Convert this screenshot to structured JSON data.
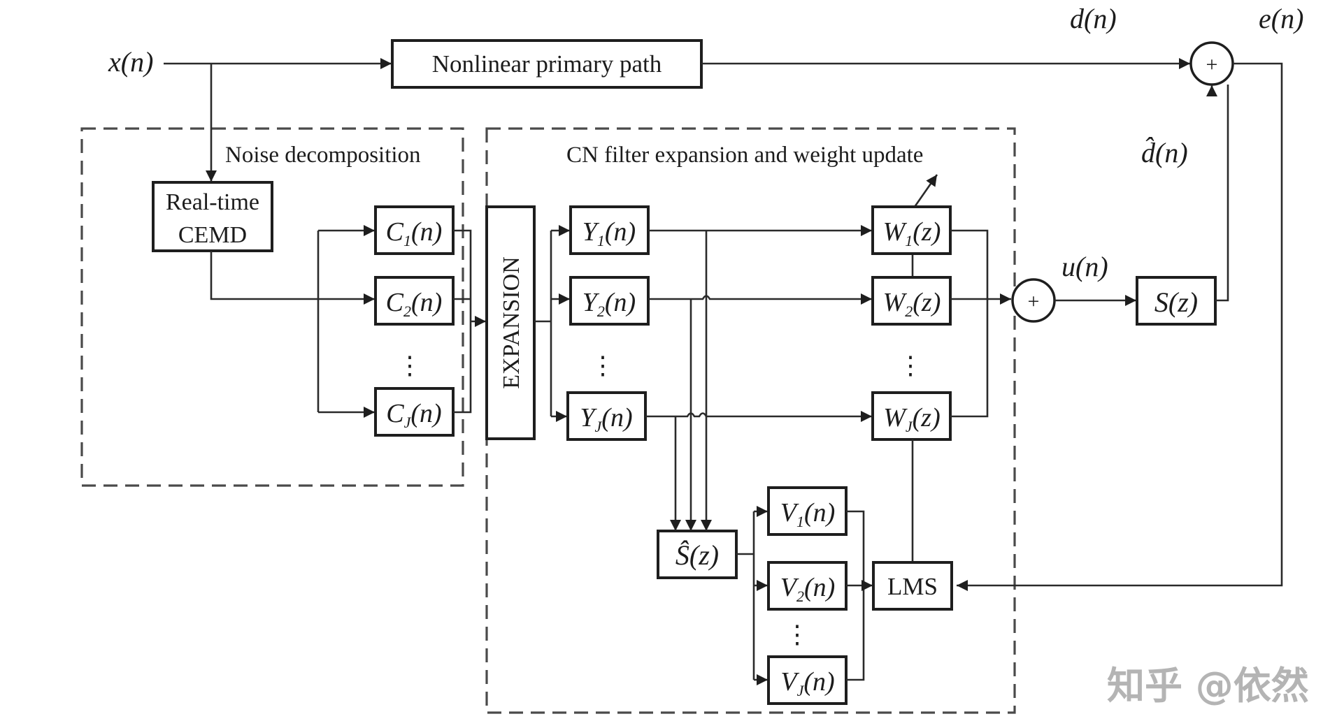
{
  "signals": {
    "input": "x(n)",
    "desired": "d(n)",
    "error": "e(n)",
    "estimate": "d̂(n)",
    "control": "u(n)"
  },
  "blocks": {
    "primary_path": "Nonlinear primary path",
    "cemd_line1": "Real-time",
    "cemd_line2": "CEMD",
    "expansion": "EXPANSION",
    "secondary_path": "S(z)",
    "secondary_estimate": "Ŝ(z)",
    "lms": "LMS"
  },
  "groups": {
    "noise": "Noise decomposition",
    "cn": "CN filter expansion and weight update"
  },
  "components": {
    "c": [
      {
        "base": "C",
        "sub": "1",
        "arg": "(n)"
      },
      {
        "base": "C",
        "sub": "2",
        "arg": "(n)"
      },
      {
        "base": "C",
        "sub": "J",
        "arg": "(n)"
      }
    ],
    "y": [
      {
        "base": "Y",
        "sub": "1",
        "arg": "(n)"
      },
      {
        "base": "Y",
        "sub": "2",
        "arg": "(n)"
      },
      {
        "base": "Y",
        "sub": "J",
        "arg": "(n)"
      }
    ],
    "w": [
      {
        "base": "W",
        "sub": "1",
        "arg": "(z)"
      },
      {
        "base": "W",
        "sub": "2",
        "arg": "(z)"
      },
      {
        "base": "W",
        "sub": "J",
        "arg": "(z)"
      }
    ],
    "v": [
      {
        "base": "V",
        "sub": "1",
        "arg": "(n)"
      },
      {
        "base": "V",
        "sub": "2",
        "arg": "(n)"
      },
      {
        "base": "V",
        "sub": "J",
        "arg": "(n)"
      }
    ]
  },
  "sum_symbol": "+",
  "ellipsis": "⋮",
  "watermark": "知乎 @依然"
}
